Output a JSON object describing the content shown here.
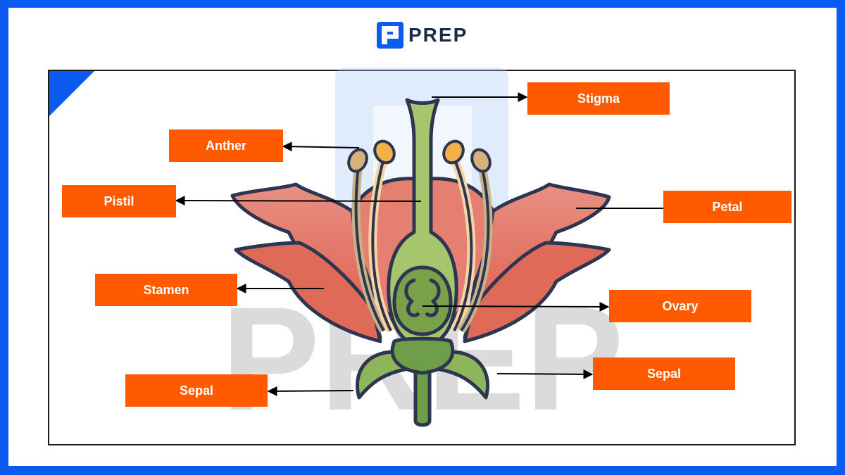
{
  "brand": {
    "name": "PREP",
    "icon": "prep-logo-icon",
    "color": "#0b5bf0"
  },
  "watermark": {
    "text": "PREP"
  },
  "labels": {
    "stigma": "Stigma",
    "anther": "Anther",
    "pistil": "Pistil",
    "petal": "Petal",
    "stamen": "Stamen",
    "ovary": "Ovary",
    "sepal_left": "Sepal",
    "sepal_right": "Sepal"
  },
  "colors": {
    "label_bg": "#ff5a00",
    "label_text": "#ffffff",
    "petal": "#e47a6c",
    "pistil": "#9cc46a",
    "sepal": "#6e9e48",
    "outline": "#2d3550",
    "frame": "#0b5bf0"
  }
}
